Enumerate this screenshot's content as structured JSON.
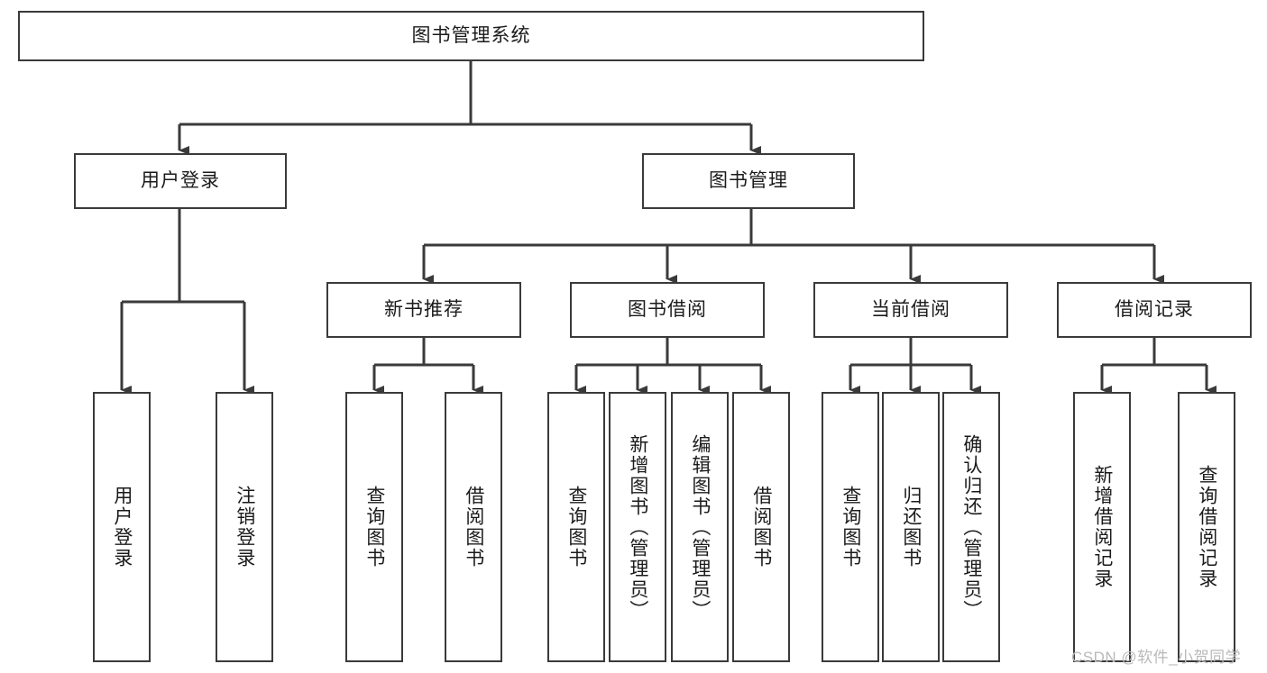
{
  "diagram": {
    "type": "tree",
    "title": "图书管理系统",
    "orientation": "top-down",
    "colors": {
      "box_border": "#3a3a3a",
      "box_fill": "#ffffff",
      "connector": "#3a3a3a",
      "text": "#1b1b1b",
      "watermark": "#b9b9b9",
      "background": "#ffffff"
    },
    "root": {
      "label": "图书管理系统",
      "orientation": "horizontal"
    },
    "level1": [
      {
        "label": "用户登录",
        "orientation": "horizontal"
      },
      {
        "label": "图书管理",
        "orientation": "horizontal"
      }
    ],
    "level2": [
      {
        "label": "新书推荐",
        "orientation": "horizontal",
        "parent": "图书管理"
      },
      {
        "label": "图书借阅",
        "orientation": "horizontal",
        "parent": "图书管理"
      },
      {
        "label": "当前借阅",
        "orientation": "horizontal",
        "parent": "图书管理"
      },
      {
        "label": "借阅记录",
        "orientation": "horizontal",
        "parent": "图书管理"
      }
    ],
    "leaves": {
      "用户登录": [
        {
          "label": "用户登录",
          "orientation": "vertical"
        },
        {
          "label": "注销登录",
          "orientation": "vertical"
        }
      ],
      "新书推荐": [
        {
          "label": "查询图书",
          "orientation": "vertical"
        },
        {
          "label": "借阅图书",
          "orientation": "vertical"
        }
      ],
      "图书借阅": [
        {
          "label": "查询图书",
          "orientation": "vertical"
        },
        {
          "label": "新增图书（管理员）",
          "orientation": "vertical"
        },
        {
          "label": "编辑图书（管理员）",
          "orientation": "vertical"
        },
        {
          "label": "借阅图书",
          "orientation": "vertical"
        }
      ],
      "当前借阅": [
        {
          "label": "查询图书",
          "orientation": "vertical"
        },
        {
          "label": "归还图书",
          "orientation": "vertical"
        },
        {
          "label": "确认归还（管理员）",
          "orientation": "vertical"
        }
      ],
      "借阅记录": [
        {
          "label": "新增借阅记录",
          "orientation": "vertical"
        },
        {
          "label": "查询借阅记录",
          "orientation": "vertical"
        }
      ]
    }
  },
  "watermark": {
    "text": "CSDN @软件_小贺同学"
  }
}
